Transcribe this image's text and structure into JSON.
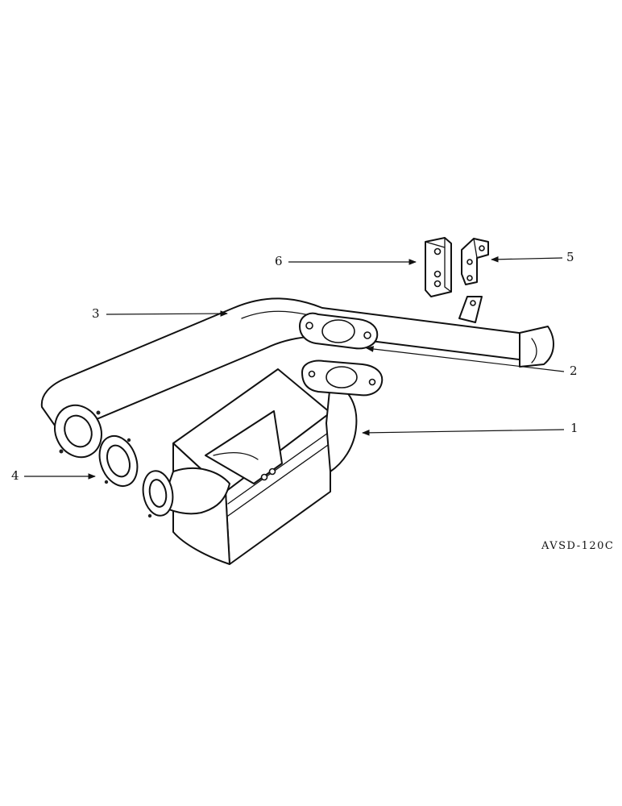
{
  "callouts": [
    {
      "id": "1",
      "label": "1"
    },
    {
      "id": "2",
      "label": "2"
    },
    {
      "id": "3",
      "label": "3"
    },
    {
      "id": "4",
      "label": "4"
    },
    {
      "id": "5",
      "label": "5"
    },
    {
      "id": "6",
      "label": "6"
    }
  ],
  "figure_code": "AVSD-120C"
}
